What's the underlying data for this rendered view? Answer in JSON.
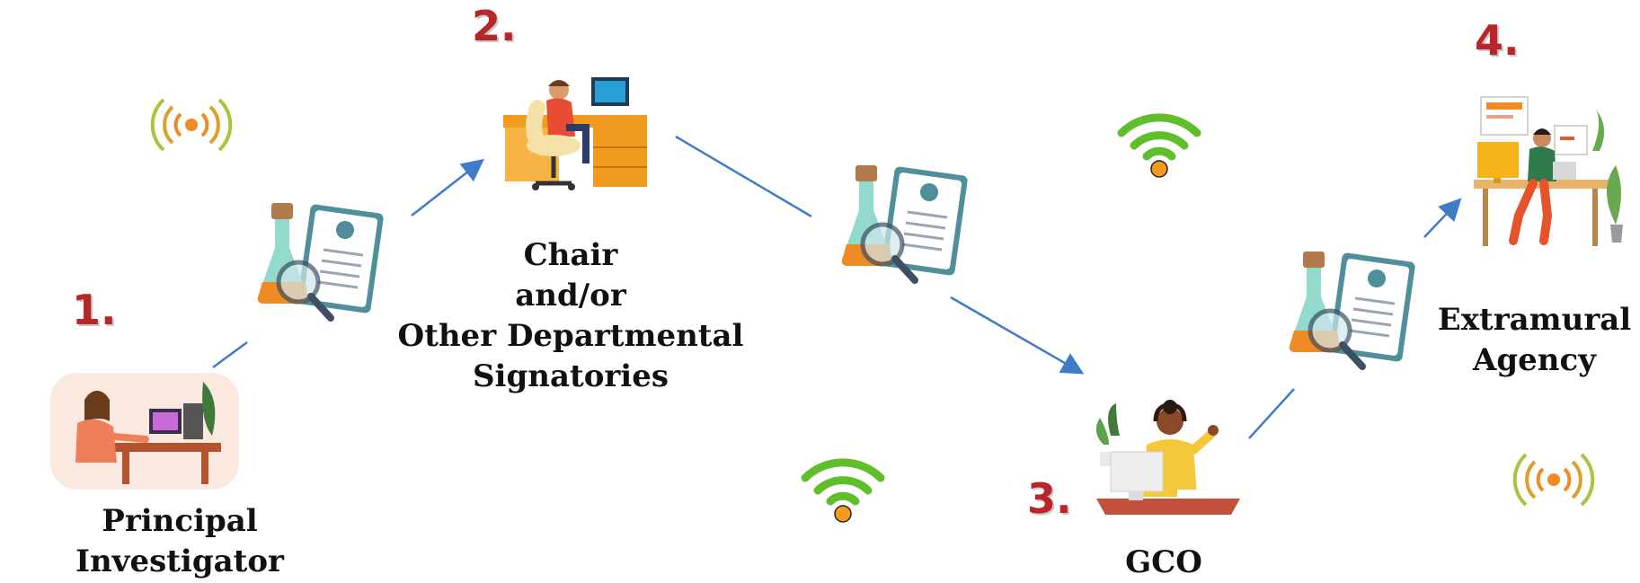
{
  "steps": [
    {
      "number": "1.",
      "label_lines": [
        "Principal Investigator"
      ]
    },
    {
      "number": "2.",
      "label_lines": [
        "Chair",
        "and/or",
        "Other Departmental",
        "Signatories"
      ]
    },
    {
      "number": "3.",
      "label_lines": [
        "GCO"
      ]
    },
    {
      "number": "4.",
      "label_lines": [
        "Extramural",
        "Agency"
      ]
    }
  ],
  "colors": {
    "step_number": "#b8262a",
    "arrow": "#3f7bc7",
    "wifi_green": "#5fbf2a",
    "wifi_dot": "#f39a1e",
    "antenna_orange": "#f08a24"
  },
  "icons": [
    "antenna-icon",
    "wifi-icon",
    "document-flask-icon",
    "person-desk-icon"
  ]
}
